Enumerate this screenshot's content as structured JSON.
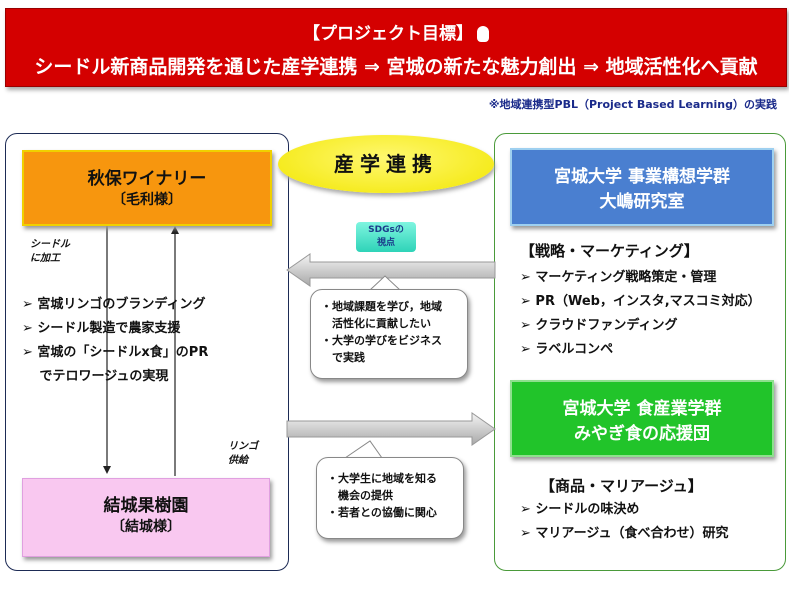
{
  "banner": {
    "title": "【プロジェクト目標】",
    "goal": "シードル新商品開発を通じた産学連携 ⇒ 宮城の新たな魅力創出 ⇒ 地域活性化へ貢献"
  },
  "note": "※地域連携型PBL（Project Based Learning）の実践",
  "center": {
    "label": "産学連携",
    "sdgs": [
      "SDGsの",
      "視点"
    ],
    "bubble1": [
      "・地域課題を学び，地域",
      "　活性化に貢献したい",
      "・大学の学びをビジネス",
      "　で実践"
    ],
    "bubble2": [
      "・大学生に地域を知る",
      "　機会の提供",
      "・若者との協働に関心"
    ]
  },
  "left": {
    "winery": [
      "秋保ワイナリー",
      "〔毛利様〕"
    ],
    "orchard": [
      "結城果樹園",
      "〔結城様〕"
    ],
    "label_process": [
      "シードル",
      "に加工"
    ],
    "label_supply": [
      "リンゴ",
      "供給"
    ],
    "items": [
      "➢ 宮城リンゴのブランディング",
      "➢ シードル製造で農家支援",
      "➢ 宮城の「シードルx食」のPR",
      "　 でテロワージュの実現"
    ]
  },
  "right": {
    "lab1": [
      "宮城大学 事業構想学群",
      "大嶋研究室"
    ],
    "heading1": "【戦略・マーケティング】",
    "items1": [
      "➢ マーケティング戦略策定・管理",
      "➢ PR（Web，インスタ,マスコミ対応）",
      "➢ クラウドファンディング",
      "➢ ラベルコンペ"
    ],
    "lab2": [
      "宮城大学 食産業学群",
      "みやぎ食の応援団"
    ],
    "heading2": "【商品・マリアージュ】",
    "items2": [
      "➢ シードルの味決め",
      "➢ マリアージュ（食べ合わせ）研究"
    ]
  }
}
